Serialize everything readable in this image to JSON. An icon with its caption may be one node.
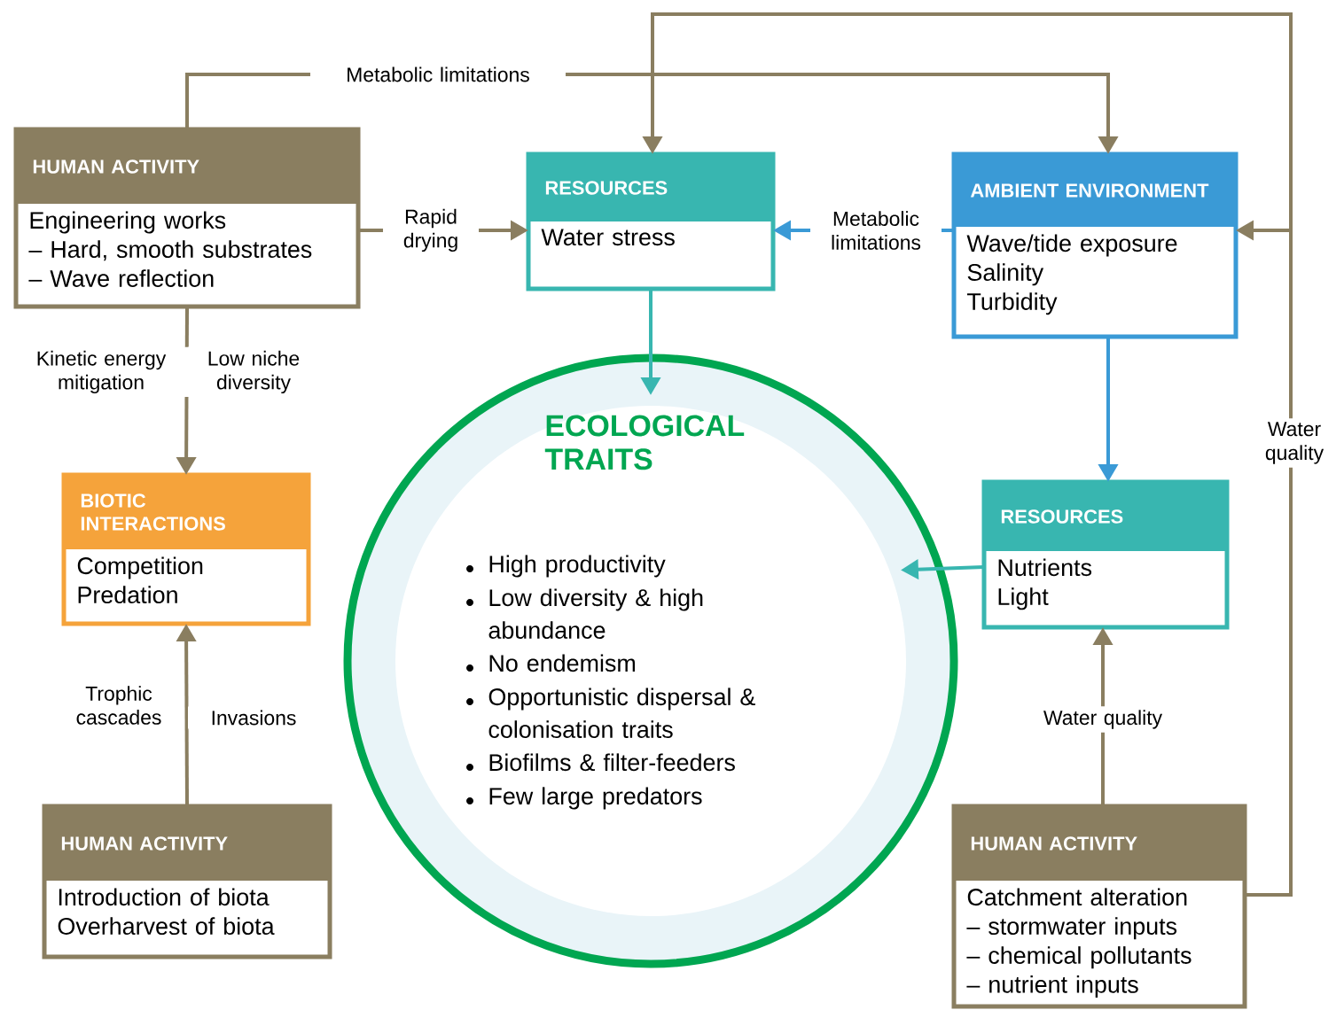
{
  "diagram": {
    "nodes": [
      {
        "text": [
          "HUMAN ACTIVITY",
          "Engineering works",
          "– Hard, smooth substrates",
          "– Wave reflection"
        ]
      },
      {
        "text": [
          "RESOURCES",
          "Water stress"
        ]
      },
      {
        "text": [
          "AMBIENT ENVIRONMENT",
          "Wave/tide exposure",
          "Salinity",
          "Turbidity"
        ]
      },
      {
        "text": [
          "BIOTIC INTERACTIONS",
          "Competition",
          "Predation"
        ]
      },
      {
        "text": [
          "ECOLOGICAL TRAITS",
          "High productivity",
          "Low diversity & high abundance",
          "No endemism",
          "Opportunistic dispersal & colonisation traits",
          "Biofilms & filter-feeders",
          "Few large predators"
        ]
      },
      {
        "text": [
          "RESOURCES",
          "Nutrients",
          "Light"
        ]
      },
      {
        "text": [
          "HUMAN ACTIVITY",
          "Introduction of biota",
          "Overharvest of biota"
        ]
      },
      {
        "text": [
          "HUMAN ACTIVITY",
          "Catchment alteration",
          "– stormwater inputs",
          "– chemical pollutants",
          "– nutrient inputs"
        ]
      }
    ],
    "edges": [
      {
        "from": 0,
        "to": 1,
        "arrow": "to",
        "label": "Rapid drying"
      },
      {
        "from": 0,
        "to": 2,
        "arrow": "to",
        "label": "Metabolic limitations"
      },
      {
        "from": 2,
        "to": 1,
        "arrow": "to",
        "label": "Metabolic limitations",
        "color": "#3a9ad6"
      },
      {
        "from": 1,
        "to": 4,
        "arrow": "to",
        "color": "#38b6b0"
      },
      {
        "from": 2,
        "to": 5,
        "arrow": "to",
        "color": "#3a9ad6"
      },
      {
        "from": 5,
        "to": 4,
        "arrow": "to",
        "color": "#38b6b0"
      },
      {
        "from": 0,
        "to": 3,
        "arrow": "to",
        "label": "Kinetic energy mitigation"
      },
      {
        "from": 6,
        "to": 3,
        "arrow": "to",
        "label": "Trophic cascades"
      },
      {
        "from": 7,
        "to": 5,
        "arrow": "to",
        "label": "Water quality"
      },
      {
        "from": 7,
        "to": 1,
        "arrow": "to"
      },
      {
        "from": 7,
        "to": 2,
        "arrow": "to",
        "label": "Water quality"
      }
    ],
    "labels": [
      "Low niche diversity",
      "Invasions"
    ]
  }
}
